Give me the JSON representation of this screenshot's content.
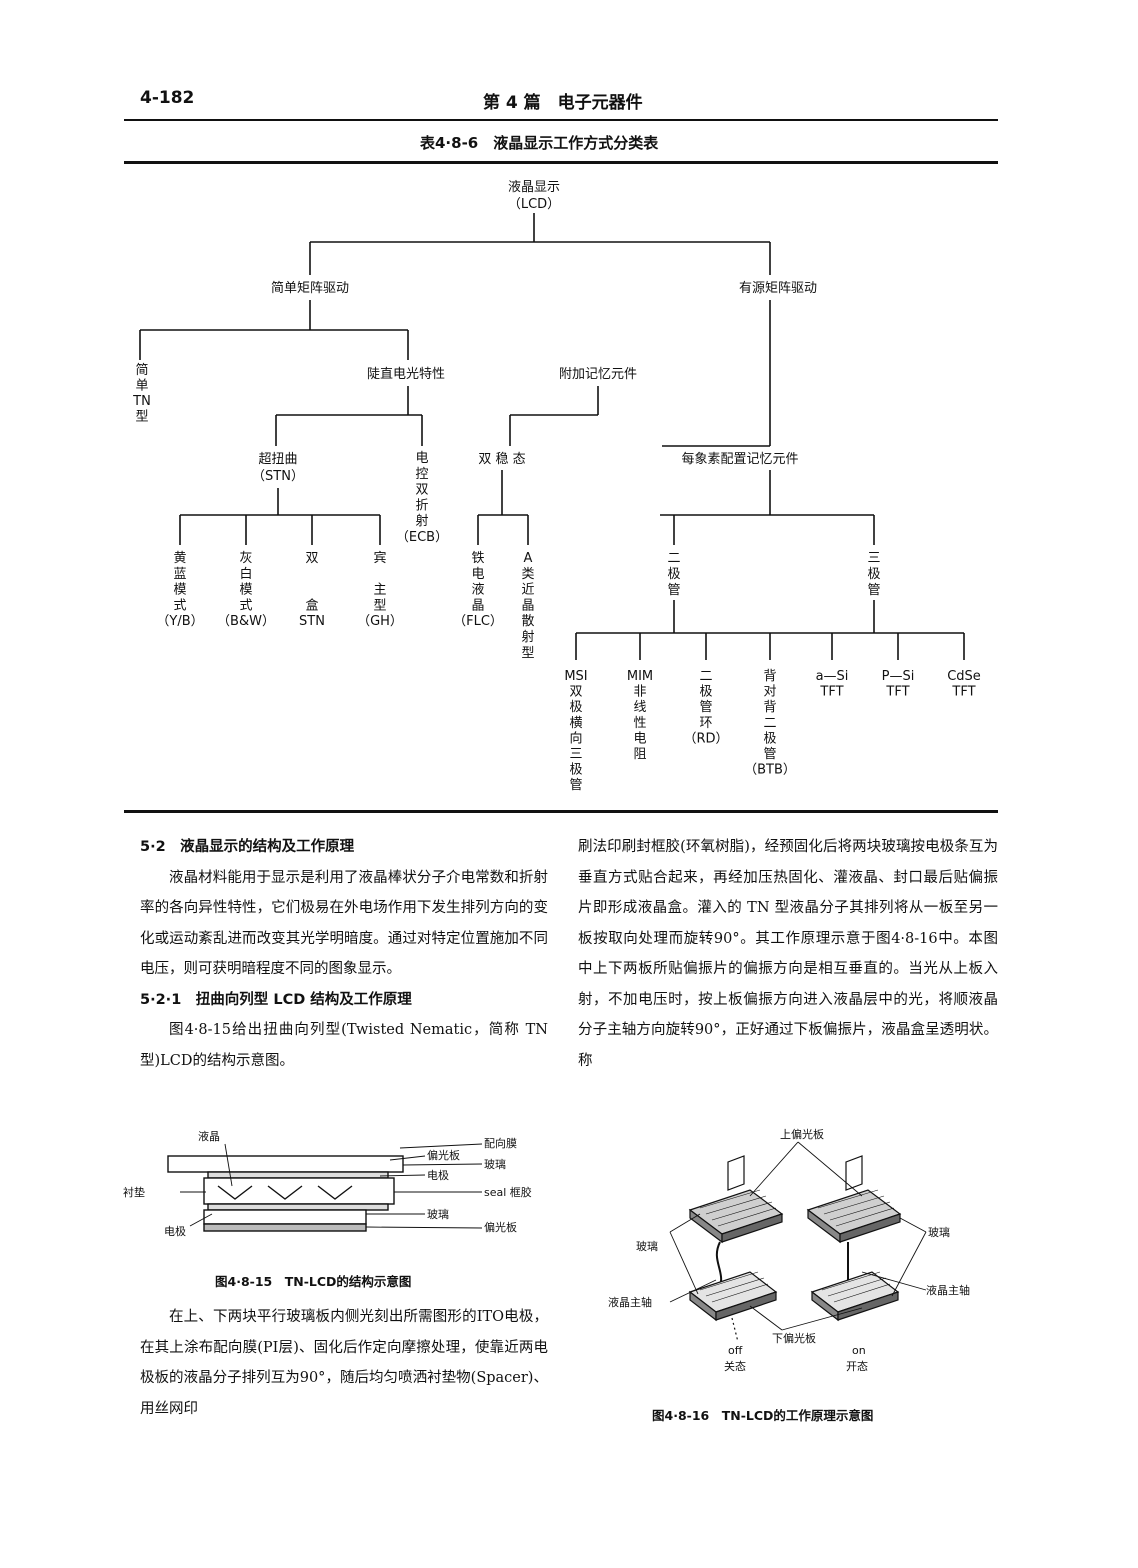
{
  "header": {
    "page_number": "4-182",
    "chapter": "第 4 篇　电子元器件"
  },
  "table_title": "表4·8-6　液晶显示工作方式分类表",
  "tree": {
    "root": [
      "液晶显示",
      "（LCD）"
    ],
    "simple": "简单矩阵驱动",
    "active": "有源矩阵驱动",
    "simple_tn": [
      "简",
      "单",
      "TN",
      "型"
    ],
    "steep": "陡直电光特性",
    "memory": "附加记忆元件",
    "stn": [
      "超扭曲",
      "（STN）"
    ],
    "ecb": [
      "电",
      "控",
      "双",
      "折",
      "射",
      "（ECB）"
    ],
    "bistable": "双 稳 态",
    "per_pixel": "每象素配置记忆元件",
    "yb": [
      "黄",
      "蓝",
      "模",
      "式",
      "（Y/B）"
    ],
    "bw": [
      "灰",
      "白",
      "模",
      "式",
      "（B&W）"
    ],
    "dstn": [
      "双",
      "",
      "",
      "盒",
      "STN"
    ],
    "gh": [
      "宾",
      "",
      "主",
      "型",
      "（GH）"
    ],
    "flc": [
      "铁",
      "电",
      "液",
      "晶",
      "（FLC）"
    ],
    "a_type": [
      "A",
      "类",
      "近",
      "晶",
      "散",
      "射",
      "型"
    ],
    "diode": [
      "二",
      "极",
      "管"
    ],
    "triode": [
      "三",
      "极",
      "管"
    ],
    "msi": [
      "MSI",
      "双",
      "极",
      "横",
      "向",
      "三",
      "极",
      "管"
    ],
    "mim": [
      "MIM",
      "非",
      "线",
      "性",
      "电",
      "阻"
    ],
    "rd": [
      "二",
      "极",
      "管",
      "环",
      "（RD）"
    ],
    "btb": [
      "背",
      "对",
      "背",
      "二",
      "极",
      "管",
      "（BTB）"
    ],
    "asi": [
      "a—Si",
      "TFT"
    ],
    "psi": [
      "P—Si",
      "TFT"
    ],
    "cdse": [
      "CdSe",
      "TFT"
    ]
  },
  "left_column": {
    "section_heading": "5·2　液晶显示的结构及工作原理",
    "para1": "液晶材料能用于显示是利用了液晶棒状分子介电常数和折射率的各向异性特性，它们极易在外电场作用下发生排列方向的变化或运动紊乱进而改变其光学明暗度。通过对特定位置施加不同电压，则可获明暗程度不同的图象显示。",
    "subsection_heading": "5·2·1　扭曲向列型 LCD 结构及工作原理",
    "para2": "图4·8-15给出扭曲向列型(Twisted Nematic，简称 TN 型)LCD的结构示意图。",
    "para3": "在上、下两块平行玻璃板内侧光刻出所需图形的ITO电极，在其上涂布配向膜(PI层)、固化后作定向摩擦处理，使靠近两电极板的液晶分子排列互为90°，随后均匀喷洒衬垫物(Spacer)、用丝网印"
  },
  "right_column": {
    "para": "刷法印刷封框胶(环氧树脂)，经预固化后将两块玻璃按电极条互为垂直方式贴合起来，再经加压热固化、灌液晶、封口最后贴偏振片即形成液晶盒。灌入的 TN 型液晶分子其排列将从一板至另一板按取向处理而旋转90°。其工作原理示意于图4·8-16中。本图中上下两板所贴偏振片的偏振方向是相互垂直的。当光从上板入射，不加电压时，按上板偏振方向进入液晶层中的光，将顺液晶分子主轴方向旋转90°，正好通过下板偏振片，液晶盒呈透明状。称"
  },
  "fig15": {
    "caption": "图4·8-15　TN-LCD的结构示意图",
    "labels": {
      "lc": "液晶",
      "align": "配向膜",
      "polarizer_top": "偏光板",
      "glass_top": "玻璃",
      "electrode_top": "电极",
      "spacer": "衬垫",
      "seal": "seal 框胶",
      "glass_bottom": "玻璃",
      "electrode_bottom": "电极",
      "polarizer_bottom": "偏光板"
    }
  },
  "fig16": {
    "caption": "图4·8-16　TN-LCD的工作原理示意图",
    "labels": {
      "top_polarizer": "上偏光板",
      "glass_left": "玻璃",
      "glass_right": "玻璃",
      "lc_axis_left": "液晶主轴",
      "lc_axis_right": "液晶主轴",
      "bottom_polarizer": "下偏光板",
      "off": "off",
      "off_cn": "关态",
      "on": "on",
      "on_cn": "开态"
    }
  }
}
